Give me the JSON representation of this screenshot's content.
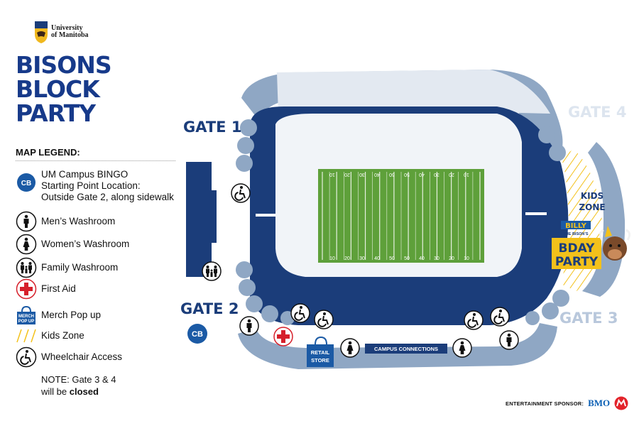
{
  "header": {
    "logo_line1": "University",
    "logo_line2": "of Manitoba",
    "title_line1": "BISONS",
    "title_line2": "BLOCK",
    "title_line3": "PARTY"
  },
  "legend": {
    "title": "MAP LEGEND:",
    "cb_badge": "CB",
    "merch_badge_line1": "MERCH",
    "merch_badge_line2": "POP UP",
    "items": [
      {
        "label_lines": [
          "UM Campus BINGO",
          "Starting Point Location:",
          "Outside Gate 2, along sidewalk"
        ],
        "icon": "cb-badge-icon"
      },
      {
        "label": "Men’s Washroom",
        "icon": "mens-washroom-icon"
      },
      {
        "label": "Women’s Washroom",
        "icon": "womens-washroom-icon"
      },
      {
        "label": "Family Washroom",
        "icon": "family-washroom-icon"
      },
      {
        "label": "First Aid",
        "icon": "first-aid-icon"
      },
      {
        "label": "Merch Pop  up",
        "icon": "merch-popup-icon"
      },
      {
        "label": "Kids Zone",
        "icon": "kids-zone-hatch-icon"
      },
      {
        "label": "Wheelchair Access",
        "icon": "wheelchair-icon"
      }
    ],
    "note_line1": "NOTE: Gate 3 & 4",
    "note_line2_prefix": "will be ",
    "note_line2_bold": "closed"
  },
  "map": {
    "gates": {
      "gate1": "GATE 1",
      "gate2": "GATE 2",
      "gate3": "GATE 3",
      "gate4": "GATE 4"
    },
    "kids_zone_line1": "KIDS",
    "kids_zone_line2": "ZONE",
    "billy_line1": "BILLY",
    "billy_line2": "THE BISON’S",
    "bday_line1": "BDAY",
    "bday_line2": "PARTY",
    "retail_line1": "RETAIL",
    "retail_line2": "STORE",
    "campus_connections": "CAMPUS CONNECTIONS",
    "cb_marker": "CB",
    "yard_numbers_top": [
      "10",
      "20",
      "30",
      "40",
      "50",
      "50",
      "40",
      "30",
      "20",
      "10"
    ],
    "yard_numbers_bottom": [
      "10",
      "20",
      "30",
      "40",
      "50",
      "50",
      "40",
      "30",
      "20",
      "10"
    ]
  },
  "sponsor": {
    "label": "ENTERTAINMENT SPONSOR:",
    "brand": "BMO"
  },
  "colors": {
    "navy": "#1b3d7a",
    "light_blue": "#8fa7c4",
    "pale_blue": "#e3e9f1",
    "field_green": "#5ea03a",
    "kids_yellow": "#f3c11b",
    "first_aid_red": "#d6202b",
    "title_blue": "#173a8a"
  }
}
